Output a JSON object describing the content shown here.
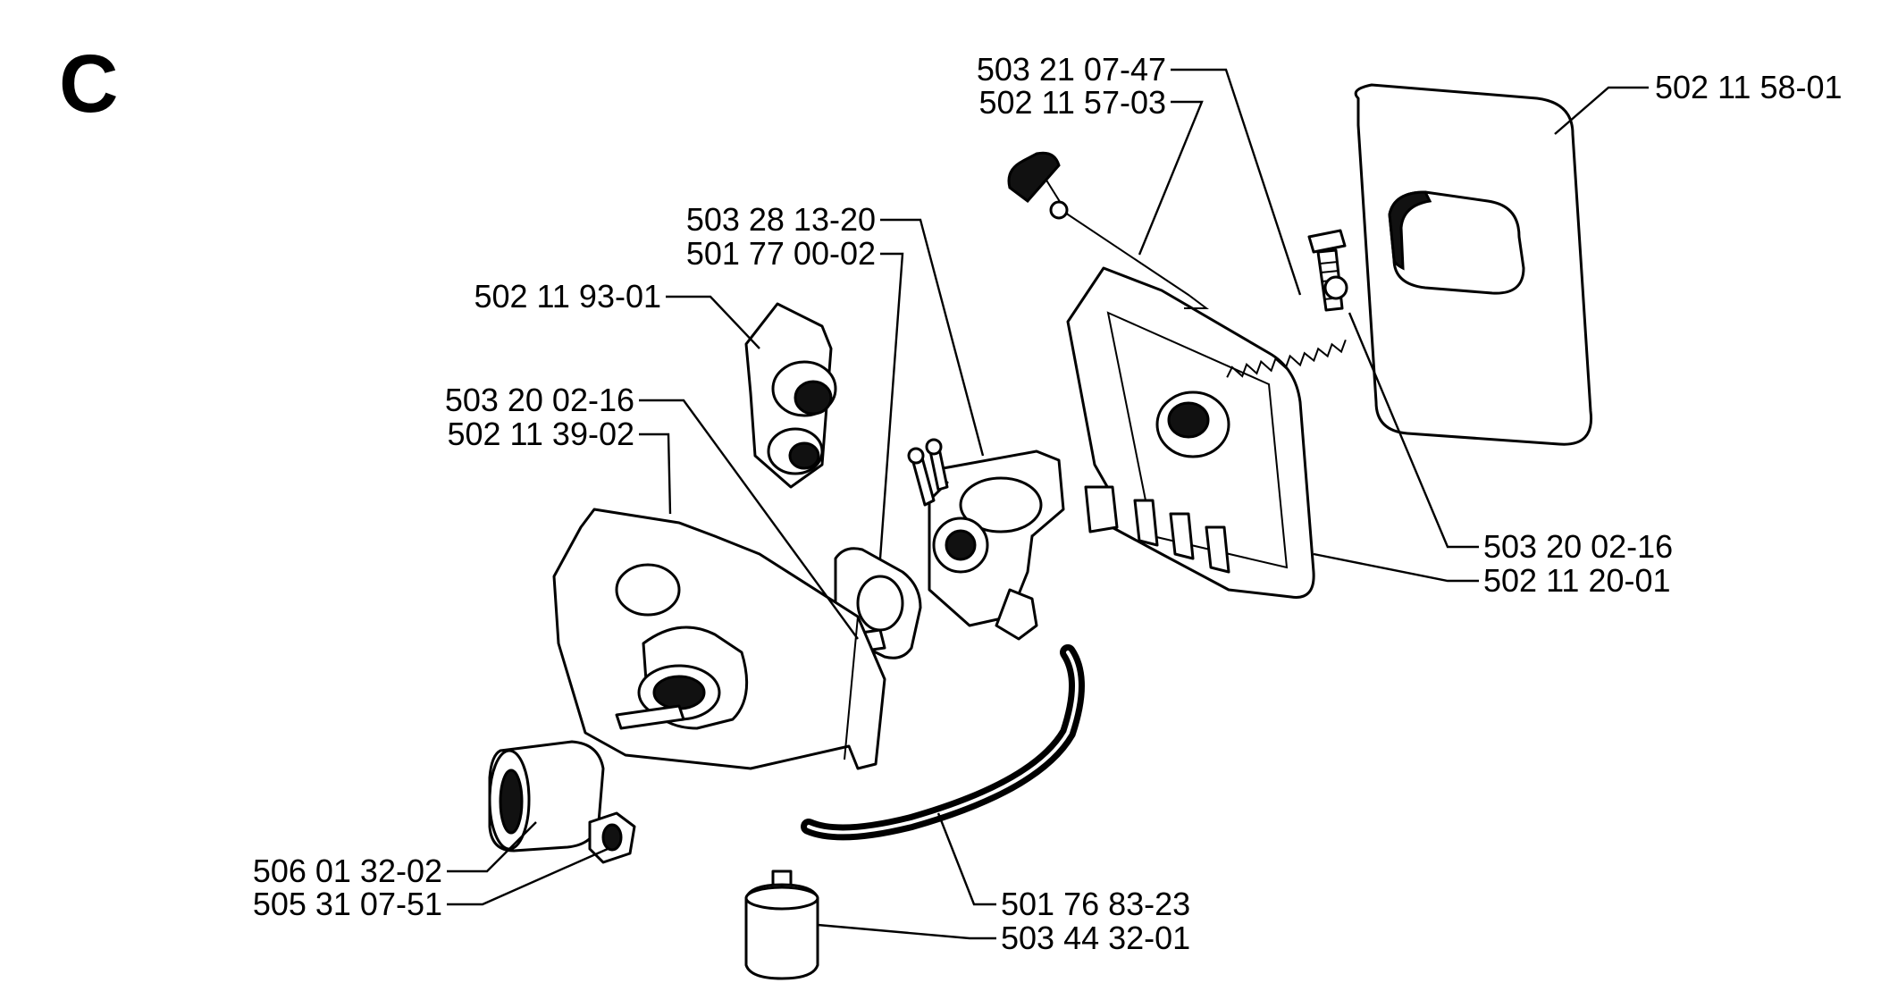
{
  "diagram": {
    "section_letter": "C",
    "part_numbers": [
      "503 21 07-47",
      "502 11 57-03",
      "502 11 58-01",
      "503 28 13-20",
      "501 77 00-02",
      "502 11 93-01",
      "503 20 02-16",
      "502 11 39-02",
      "503 20 02-16",
      "502 11 20-01",
      "506 01 32-02",
      "505 31 07-51",
      "501 76 83-23",
      "503 44 32-01"
    ]
  }
}
